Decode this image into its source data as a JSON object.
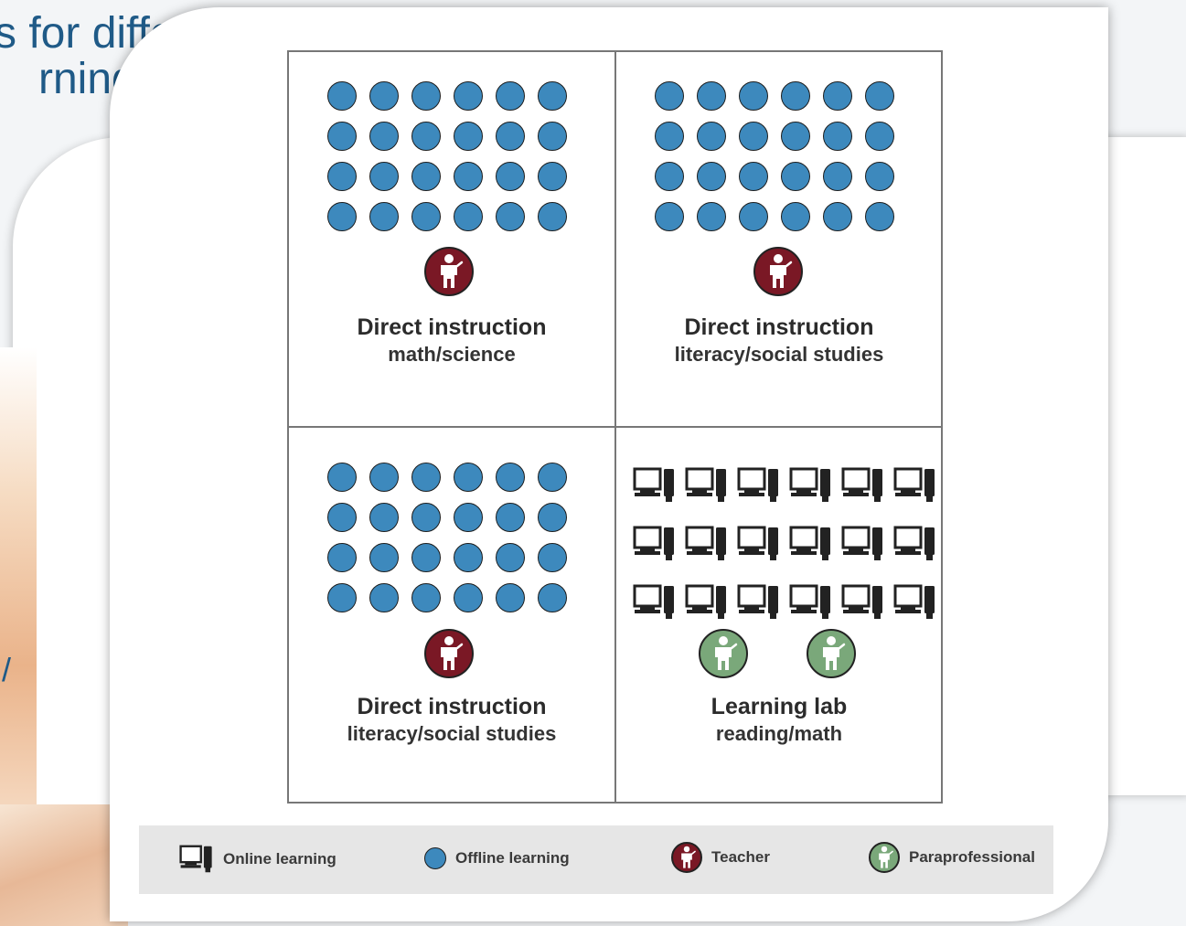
{
  "slide": {
    "title_line1": "s for different",
    "title_line2": "rning",
    "fragment": "/"
  },
  "quadrants": [
    {
      "caption_main": "Direct instruction",
      "caption_sub": "math/science",
      "type": "offline",
      "staff": "teacher"
    },
    {
      "caption_main": "Direct instruction",
      "caption_sub": "literacy/social studies",
      "type": "offline",
      "staff": "teacher"
    },
    {
      "caption_main": "Direct instruction",
      "caption_sub": "literacy/social studies",
      "type": "offline",
      "staff": "teacher"
    },
    {
      "caption_main": "Learning lab",
      "caption_sub": "reading/math",
      "type": "online",
      "staff": "paraprofessional"
    }
  ],
  "counts": {
    "offline_students_per_group": 24,
    "online_students_in_lab": 18,
    "paraprofessionals_in_lab": 2
  },
  "legend": {
    "online": "Online learning",
    "offline": "Offline learning",
    "teacher": "Teacher",
    "paraprofessional": "Paraprofessional"
  },
  "colors": {
    "offline_dot": "#3d89bd",
    "teacher": "#7a1825",
    "paraprofessional": "#7aa87a",
    "title": "#1f5a87"
  },
  "icons": {
    "online": "computer-icon",
    "offline": "student-dot-icon",
    "teacher": "teacher-icon",
    "paraprofessional": "paraprofessional-icon"
  }
}
